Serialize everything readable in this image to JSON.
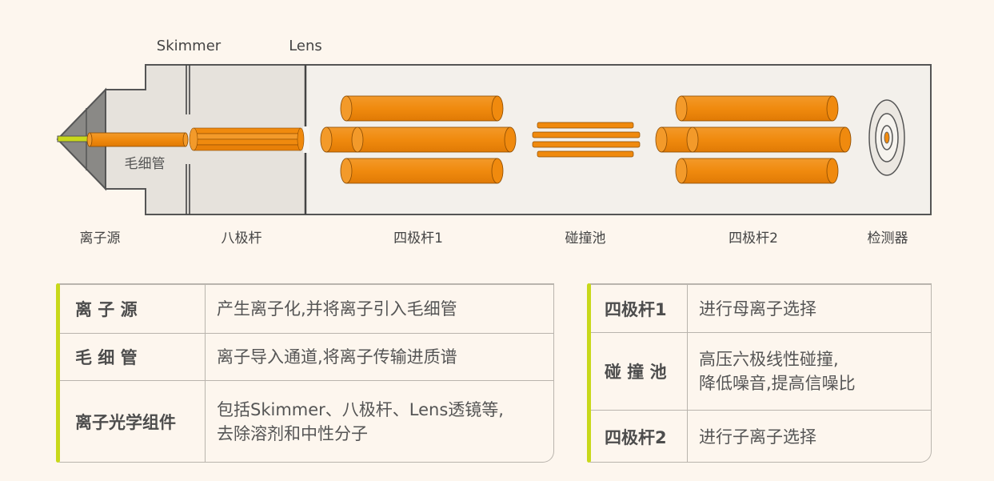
{
  "diagram": {
    "top_labels": {
      "skimmer": "Skimmer",
      "lens": "Lens"
    },
    "capillary_label": "毛细管",
    "components": [
      "离子源",
      "八极杆",
      "四极杆1",
      "碰撞池",
      "四极杆2",
      "检测器"
    ],
    "colors": {
      "rod": "#f08a0e",
      "needle": "#c8d81a",
      "chamber": "#e6e2dc",
      "chamber_light": "#f3f0eb"
    }
  },
  "left_table": {
    "rows": [
      {
        "term": "离 子 源",
        "desc": "产生离子化,并将离子引入毛细管"
      },
      {
        "term": "毛 细 管",
        "desc": "离子导入通道,将离子传输进质谱"
      },
      {
        "term": "离子光学组件",
        "desc": "包括Skimmer、八极杆、Lens透镜等,",
        "desc2": "去除溶剂和中性分子"
      }
    ]
  },
  "right_table": {
    "rows": [
      {
        "term": "四极杆1",
        "desc": "进行母离子选择"
      },
      {
        "term": "碰 撞 池",
        "desc": "高压六极线性碰撞,",
        "desc2": "降低噪音,提高信噪比"
      },
      {
        "term": "四极杆2",
        "desc": "进行子离子选择"
      }
    ]
  }
}
